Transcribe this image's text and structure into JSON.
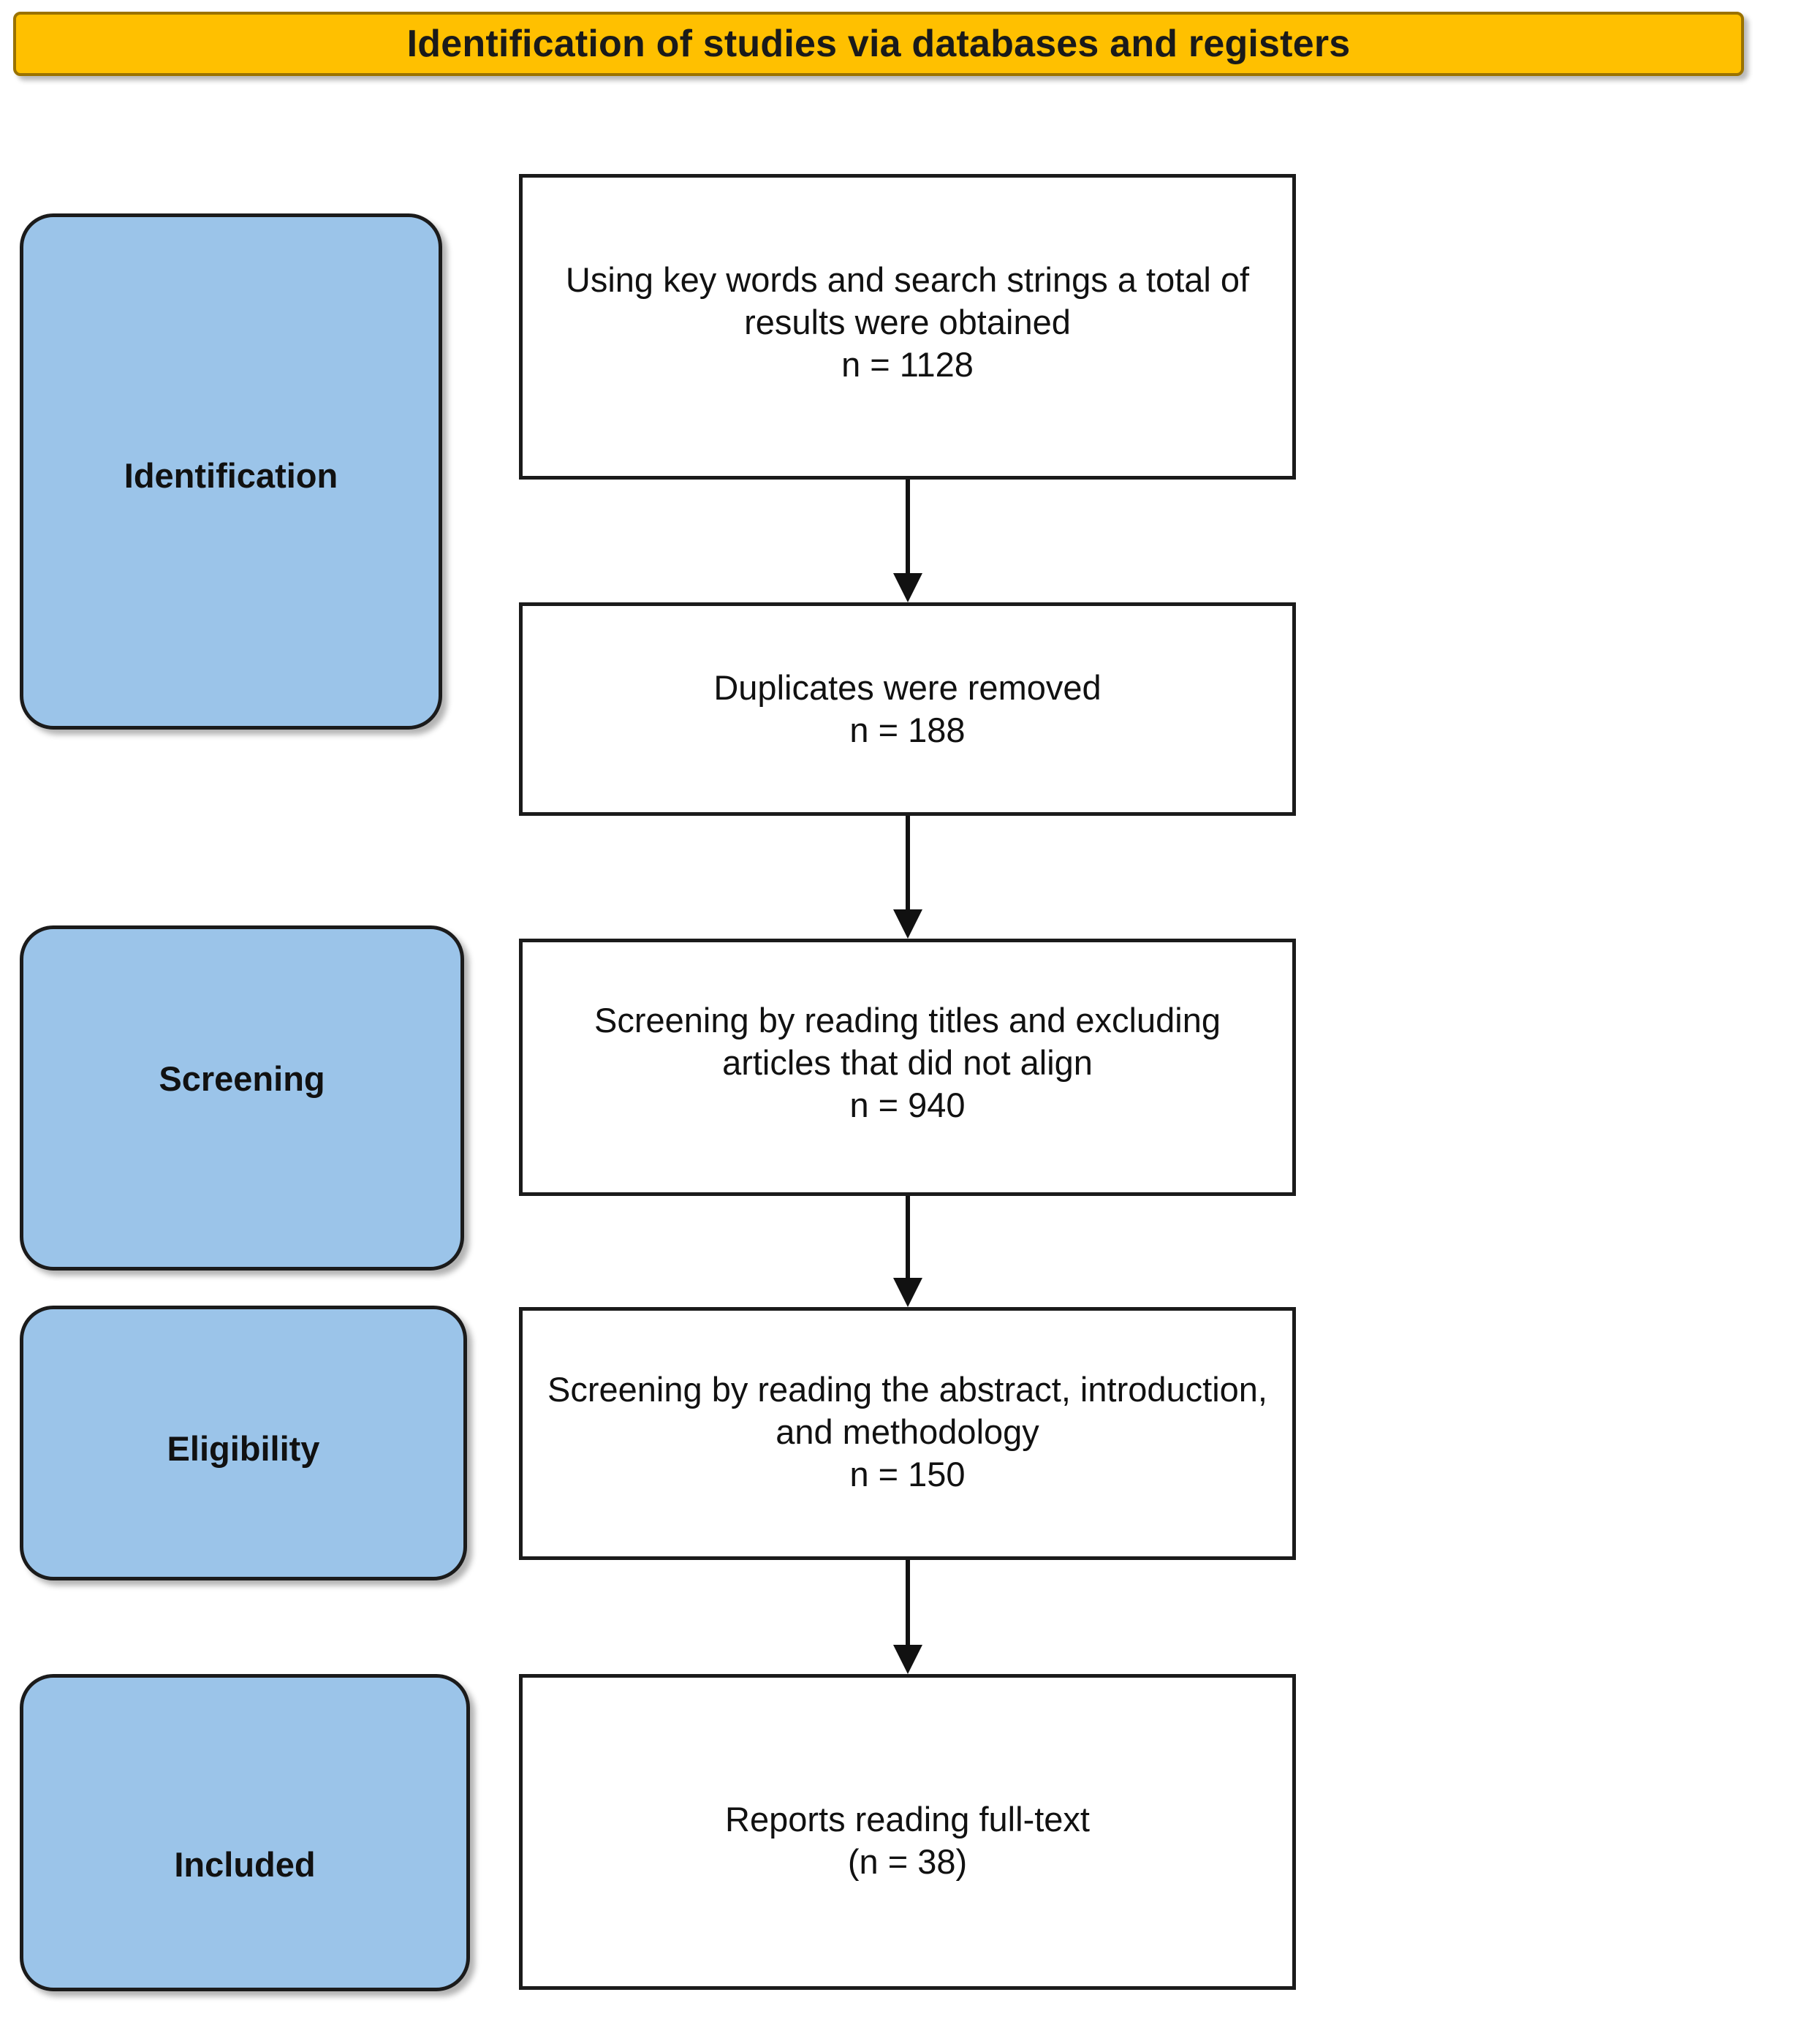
{
  "banner": {
    "title": "Identification of studies via databases and registers",
    "fill_color": "#FFC000",
    "border_color": "#9A7200"
  },
  "palette": {
    "stage_fill": "#9BC4E9",
    "node_fill": "#FFFFFF",
    "stroke": "#1B1B1B",
    "text": "#111111"
  },
  "stages": [
    {
      "id": "identification",
      "label": "Identification"
    },
    {
      "id": "screening",
      "label": "Screening"
    },
    {
      "id": "eligibility",
      "label": "Eligibility"
    },
    {
      "id": "included",
      "label": "Included"
    }
  ],
  "nodes": [
    {
      "id": "records",
      "description": "Using key words and search strings a total of results were obtained",
      "count_label": "n = 1128",
      "text": "Using key words and search strings a total of results were obtained\nn = 1128"
    },
    {
      "id": "duplicates",
      "description": "Duplicates were removed",
      "count_label": "n = 188",
      "text": "Duplicates were removed\nn = 188"
    },
    {
      "id": "titles",
      "description": "Screening by reading titles and excluding articles that did not align",
      "count_label": "n = 940",
      "text": "Screening by reading titles and excluding articles that did not align\nn = 940"
    },
    {
      "id": "abstract",
      "description": "Screening by reading the abstract, introduction, and methodology",
      "count_label": "n = 150",
      "text": "Screening by reading the abstract, introduction, and methodology\nn = 150"
    },
    {
      "id": "fulltext",
      "description": "Reports reading full-text",
      "count_label": "(n = 38)",
      "text": "Reports reading full-text\n(n = 38)"
    }
  ],
  "connectors": [
    {
      "id": "arrow-1",
      "from": "records",
      "to": "duplicates"
    },
    {
      "id": "arrow-2",
      "from": "duplicates",
      "to": "titles"
    },
    {
      "id": "arrow-3",
      "from": "titles",
      "to": "abstract"
    },
    {
      "id": "arrow-4",
      "from": "abstract",
      "to": "fulltext"
    }
  ],
  "chart_data": {
    "type": "flowchart",
    "title": "Identification of studies via databases and registers",
    "stages": [
      "Identification",
      "Screening",
      "Eligibility",
      "Included"
    ],
    "steps": [
      {
        "stage": "Identification",
        "label": "Using key words and search strings a total of results were obtained",
        "n": 1128
      },
      {
        "stage": "Identification",
        "label": "Duplicates were removed",
        "n": 188
      },
      {
        "stage": "Screening",
        "label": "Screening by reading titles and excluding articles that did not align",
        "n": 940
      },
      {
        "stage": "Eligibility",
        "label": "Screening by reading the abstract, introduction, and methodology",
        "n": 150
      },
      {
        "stage": "Included",
        "label": "Reports reading full-text",
        "n": 38
      }
    ],
    "flow": [
      "records",
      "duplicates",
      "titles",
      "abstract",
      "fulltext"
    ]
  }
}
